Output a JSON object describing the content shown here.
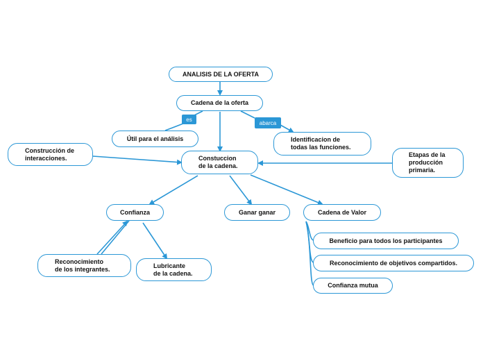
{
  "diagram": {
    "colors": {
      "line": "#2b97d6",
      "text": "#111111",
      "tag_bg": "#2b97d6",
      "tag_text": "#ffffff"
    },
    "nodes": {
      "analisis": "ANALISIS DE LA OFERTA",
      "cadena_oferta": "Cadena de la oferta",
      "util": "Útil para el análisis",
      "identificacion": "Identificacion de\ntodas las funciones.",
      "construccion_interacciones": "Construcción de\ninteracciones.",
      "constuccion_cadena": "Constuccion\nde la cadena.",
      "etapas": "Etapas de la\nproducción\nprimaria.",
      "confianza": "Confianza",
      "ganar": "Ganar ganar",
      "cadena_valor": "Cadena de Valor",
      "reconocimiento_integrantes": "Reconocimiento\nde los integrantes.",
      "lubricante": "Lubricante\nde la cadena.",
      "beneficio": "Beneficio para todos los participantes",
      "reconocimiento_objetivos": "Reconocimiento de objetivos compartidos.",
      "confianza_mutua": "Confianza mutua"
    },
    "tags": {
      "es": "es",
      "abarca": "abarca"
    }
  }
}
